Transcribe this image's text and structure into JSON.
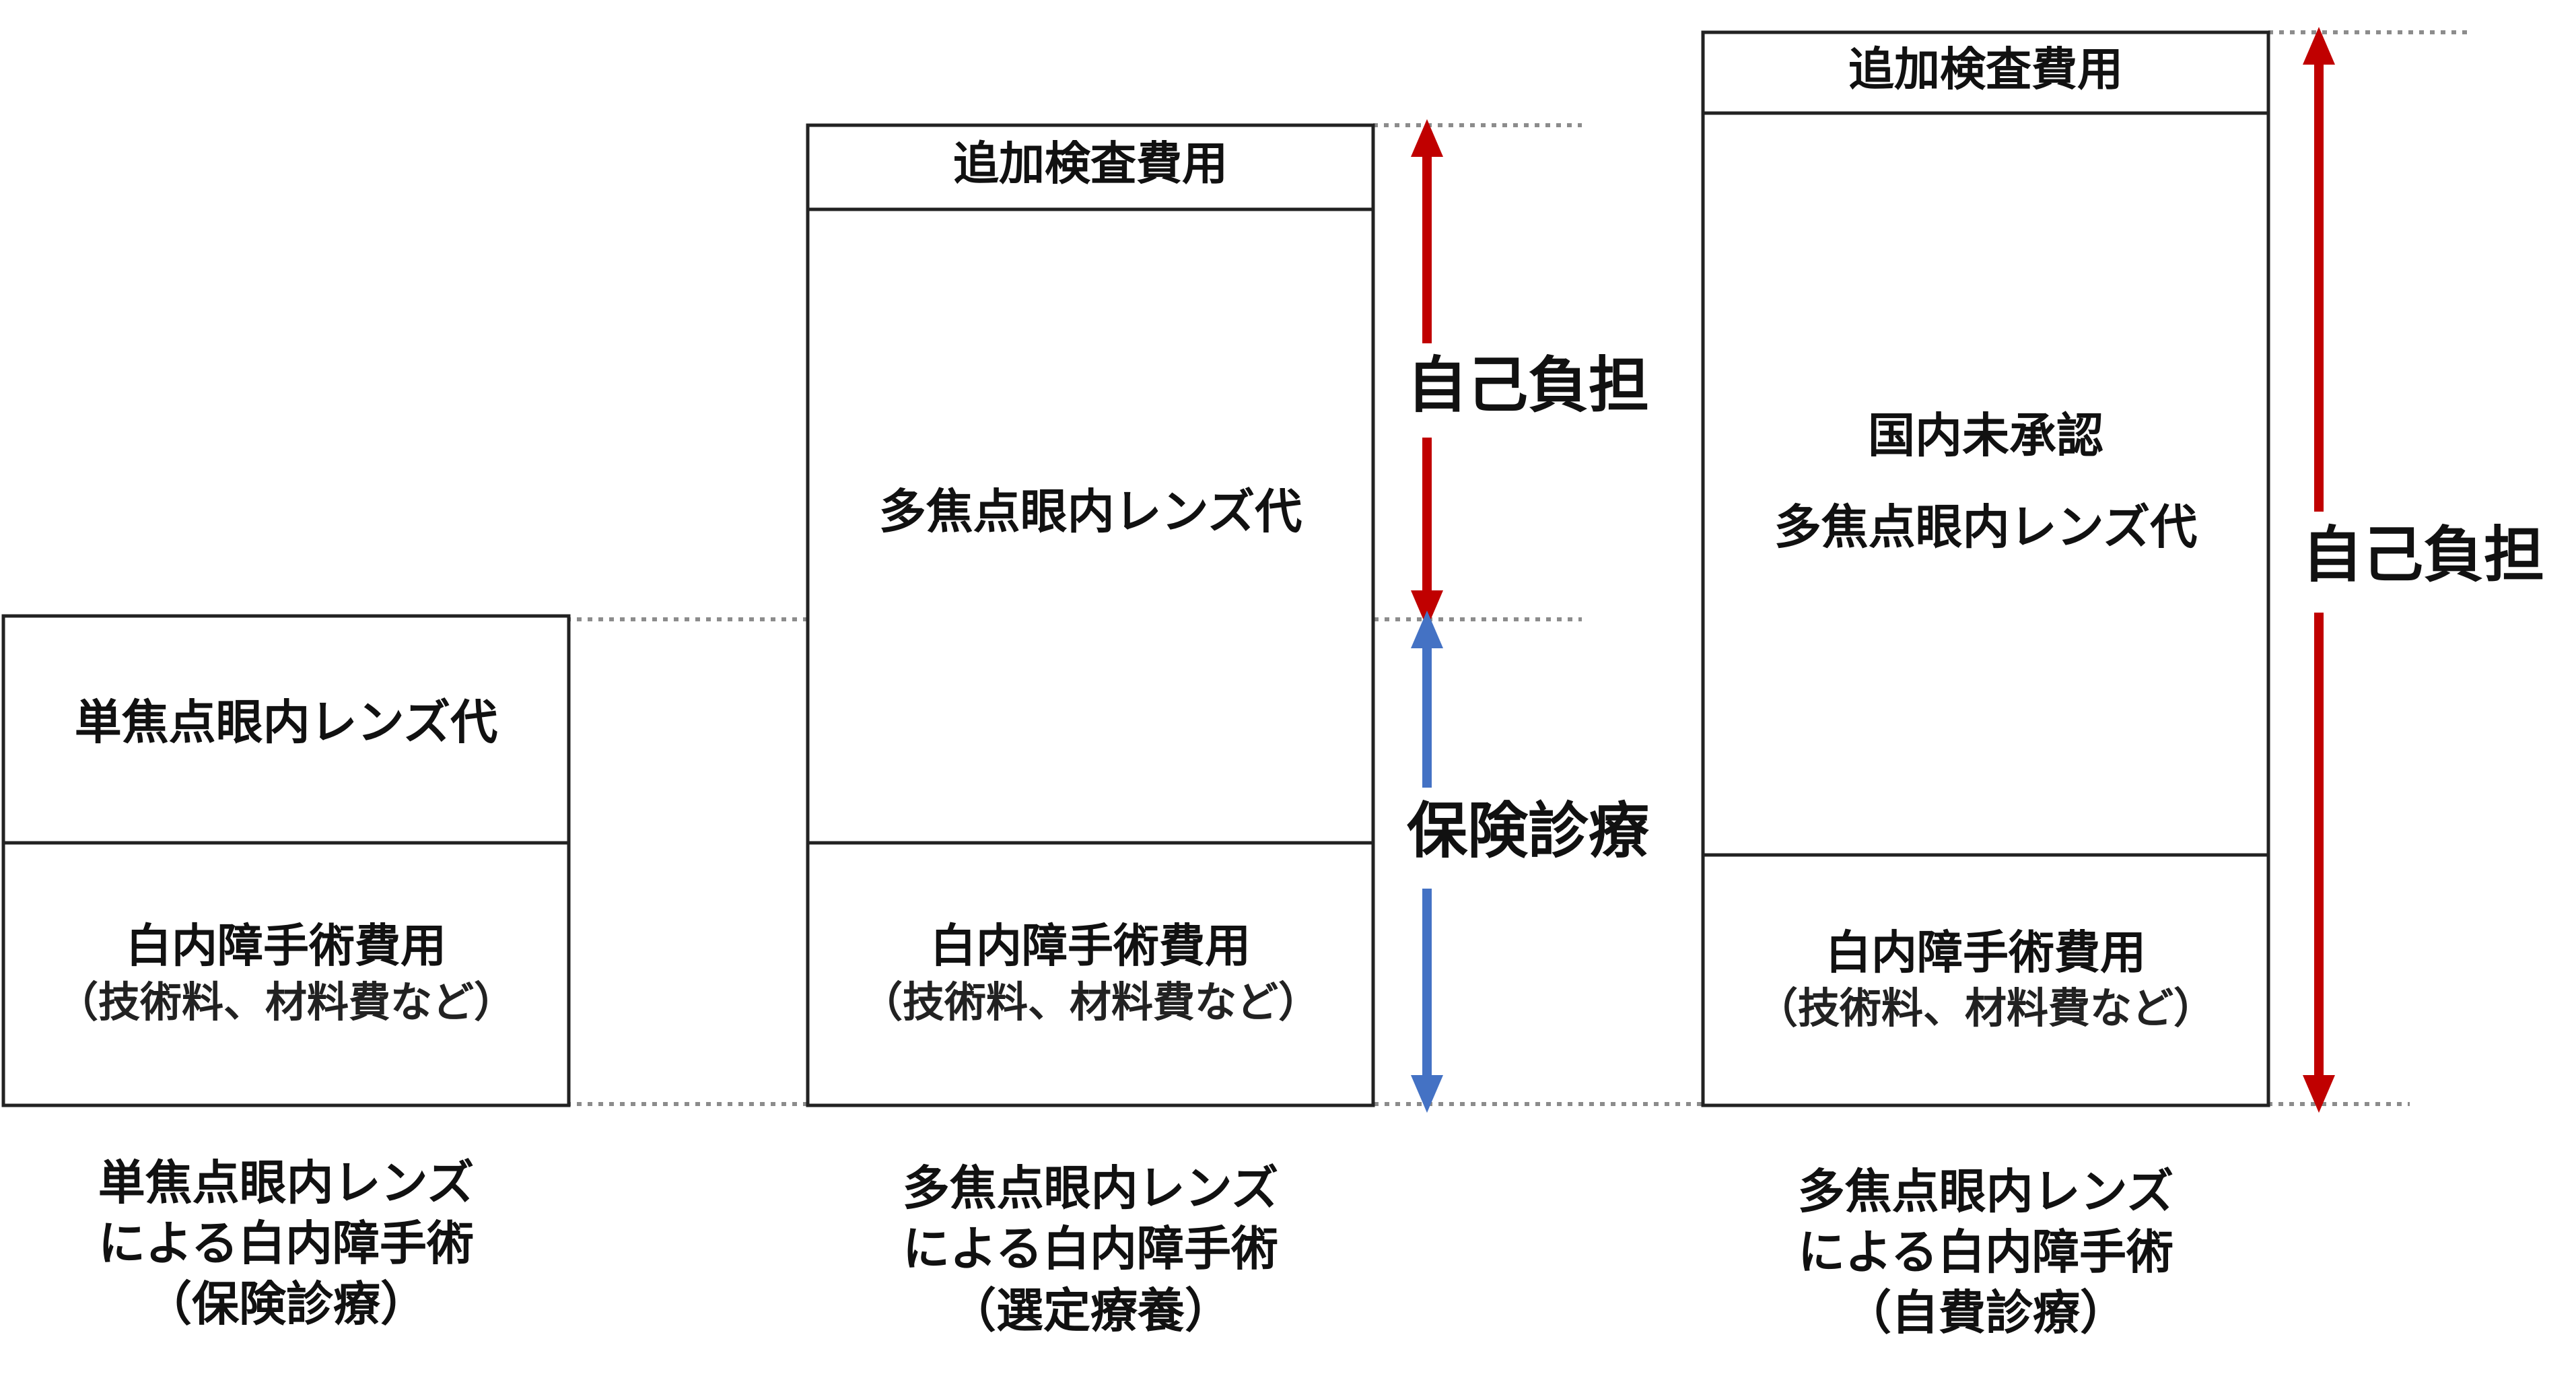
{
  "colors": {
    "self_pay": "#c00000",
    "insurance": "#4472c4",
    "selective": "#00b050"
  },
  "columns": [
    {
      "lens_cost": "単焦点眼内レンズ代",
      "surgery_cost": "白内障手術費用",
      "surgery_detail": "（技術料、材料費など）",
      "caption_line1": "単焦点眼内レンズ",
      "caption_line2": "による白内障手術",
      "caption_type": "（保険診療）"
    },
    {
      "exam_cost": "追加検査費用",
      "lens_cost": "多焦点眼内レンズ代",
      "surgery_cost": "白内障手術費用",
      "surgery_detail": "（技術料、材料費など）",
      "caption_line1": "多焦点眼内レンズ",
      "caption_line2": "による白内障手術",
      "caption_type": "（選定療養）"
    },
    {
      "exam_cost": "追加検査費用",
      "lens_cost_line1": "国内未承認",
      "lens_cost_line2": "多焦点眼内レンズ代",
      "surgery_cost": "白内障手術費用",
      "surgery_detail": "（技術料、材料費など）",
      "caption_line1": "多焦点眼内レンズ",
      "caption_line2": "による白内障手術",
      "caption_type": "（自費診療）"
    }
  ],
  "arrows": {
    "self_pay_label": "自己負担",
    "insurance_label": "保険診療",
    "full_self_pay_label": "自己負担"
  }
}
